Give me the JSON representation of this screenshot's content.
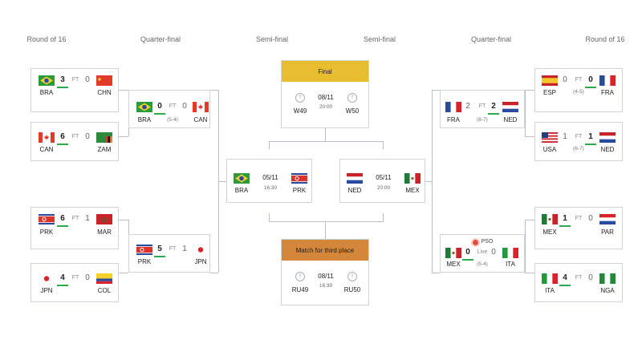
{
  "rounds": {
    "r16_left": "Round of 16",
    "qf_left": "Quarter-final",
    "sf_left": "Semi-final",
    "sf_right": "Semi-final",
    "qf_right": "Quarter-final",
    "r16_right": "Round of 16"
  },
  "colors": {
    "final_header": "#e8be30",
    "third_header": "#d4873a",
    "winner_underline": "#2fa84f"
  },
  "matches": {
    "l_r16_1": {
      "home": "BRA",
      "away": "CHN",
      "home_score": "3",
      "away_score": "0",
      "status": "FT"
    },
    "l_r16_2": {
      "home": "CAN",
      "away": "ZAM",
      "home_score": "6",
      "away_score": "0",
      "status": "FT"
    },
    "l_r16_3": {
      "home": "PRK",
      "away": "MAR",
      "home_score": "6",
      "away_score": "1",
      "status": "FT"
    },
    "l_r16_4": {
      "home": "JPN",
      "away": "COL",
      "home_score": "4",
      "away_score": "0",
      "status": "FT"
    },
    "l_qf_1": {
      "home": "BRA",
      "away": "CAN",
      "home_score": "0",
      "away_score": "0",
      "status": "FT",
      "penalties": "(5-4)"
    },
    "l_qf_2": {
      "home": "PRK",
      "away": "JPN",
      "home_score": "5",
      "away_score": "1",
      "status": "FT"
    },
    "l_sf": {
      "home": "BRA",
      "away": "PRK",
      "date": "05/11",
      "time": "16:30"
    },
    "r_sf": {
      "home": "NED",
      "away": "MEX",
      "date": "05/11",
      "time": "20:00"
    },
    "r_qf_1": {
      "home": "FRA",
      "away": "NED",
      "home_score": "2",
      "away_score": "2",
      "status": "FT",
      "penalties": "(6-7)"
    },
    "r_qf_2": {
      "home": "MEX",
      "away": "ITA",
      "home_score": "0",
      "away_score": "0",
      "status": "Live",
      "penalties": "(5-4)",
      "live_badge": "PSO"
    },
    "r_r16_1": {
      "home": "ESP",
      "away": "FRA",
      "home_score": "0",
      "away_score": "0",
      "status": "FT",
      "penalties": "(4-5)"
    },
    "r_r16_2": {
      "home": "USA",
      "away": "NED",
      "home_score": "1",
      "away_score": "1",
      "status": "FT",
      "penalties": "(6-7)"
    },
    "r_r16_3": {
      "home": "MEX",
      "away": "PAR",
      "home_score": "1",
      "away_score": "0",
      "status": "FT"
    },
    "r_r16_4": {
      "home": "ITA",
      "away": "NGA",
      "home_score": "4",
      "away_score": "0",
      "status": "FT"
    },
    "final": {
      "title": "Final",
      "home": "W49",
      "away": "W50",
      "date": "08/11",
      "time": "20:00"
    },
    "third": {
      "title": "Match for third place",
      "home": "RU49",
      "away": "RU50",
      "date": "08/11",
      "time": "16:30"
    }
  }
}
